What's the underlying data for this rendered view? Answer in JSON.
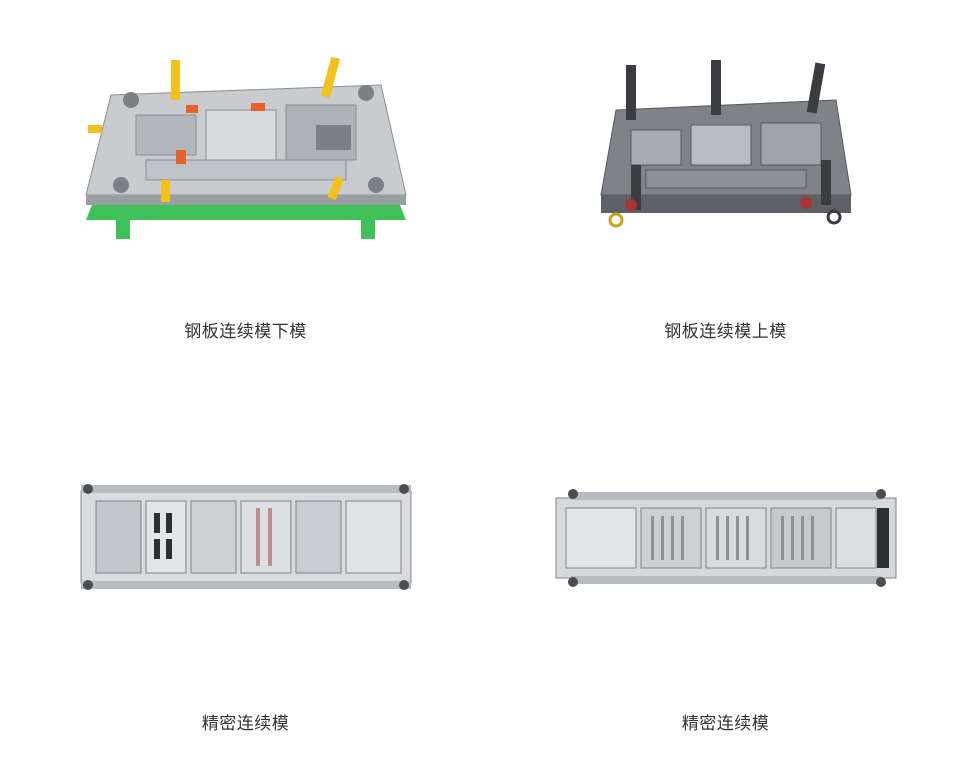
{
  "products": [
    {
      "caption": "钢板连续模下模",
      "image_icon": "die-lower-mold-photo"
    },
    {
      "caption": "钢板连续模上模",
      "image_icon": "die-upper-mold-photo"
    },
    {
      "caption": "精密连续模",
      "image_icon": "precision-progressive-die-photo"
    },
    {
      "caption": "精密连续模",
      "image_icon": "precision-progressive-die-photo"
    }
  ],
  "colors": {
    "steel": "#c9cccf",
    "steel_dark": "#6b6e72",
    "accent_yellow": "#f2c21b",
    "accent_orange": "#e8612c",
    "accent_green": "#3fc15a"
  }
}
